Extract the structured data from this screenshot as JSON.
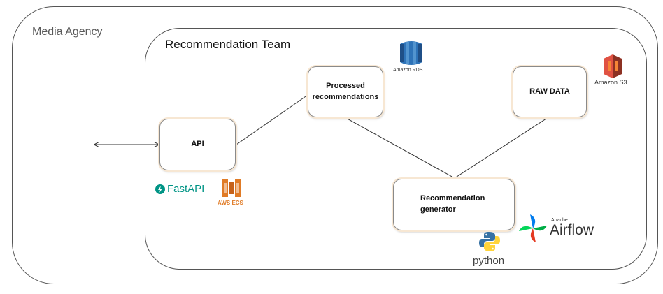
{
  "regions": {
    "outer_label": "Media Agency",
    "inner_label": "Recommendation Team"
  },
  "nodes": {
    "processed": "Processed recommendations",
    "raw_data": "RAW DATA",
    "api": "API",
    "generator": "Recommendation generator"
  },
  "logos": {
    "rds": "Amazon RDS",
    "s3": "Amazon S3",
    "fastapi": "FastAPI",
    "ecs": "AWS ECS",
    "python": "python",
    "airflow_sub": "Apache",
    "airflow": "Airflow"
  },
  "colors": {
    "rds": "#2e73b8",
    "s3": "#e05243",
    "fastapi": "#009485",
    "ecs": "#e07b26",
    "python_blue": "#3772a4",
    "python_yellow": "#ffd43b",
    "airflow_text": "#333333"
  },
  "icons": [
    "database-icon",
    "bucket-icon",
    "fastapi-icon",
    "ecs-icon",
    "python-icon",
    "airflow-icon"
  ]
}
